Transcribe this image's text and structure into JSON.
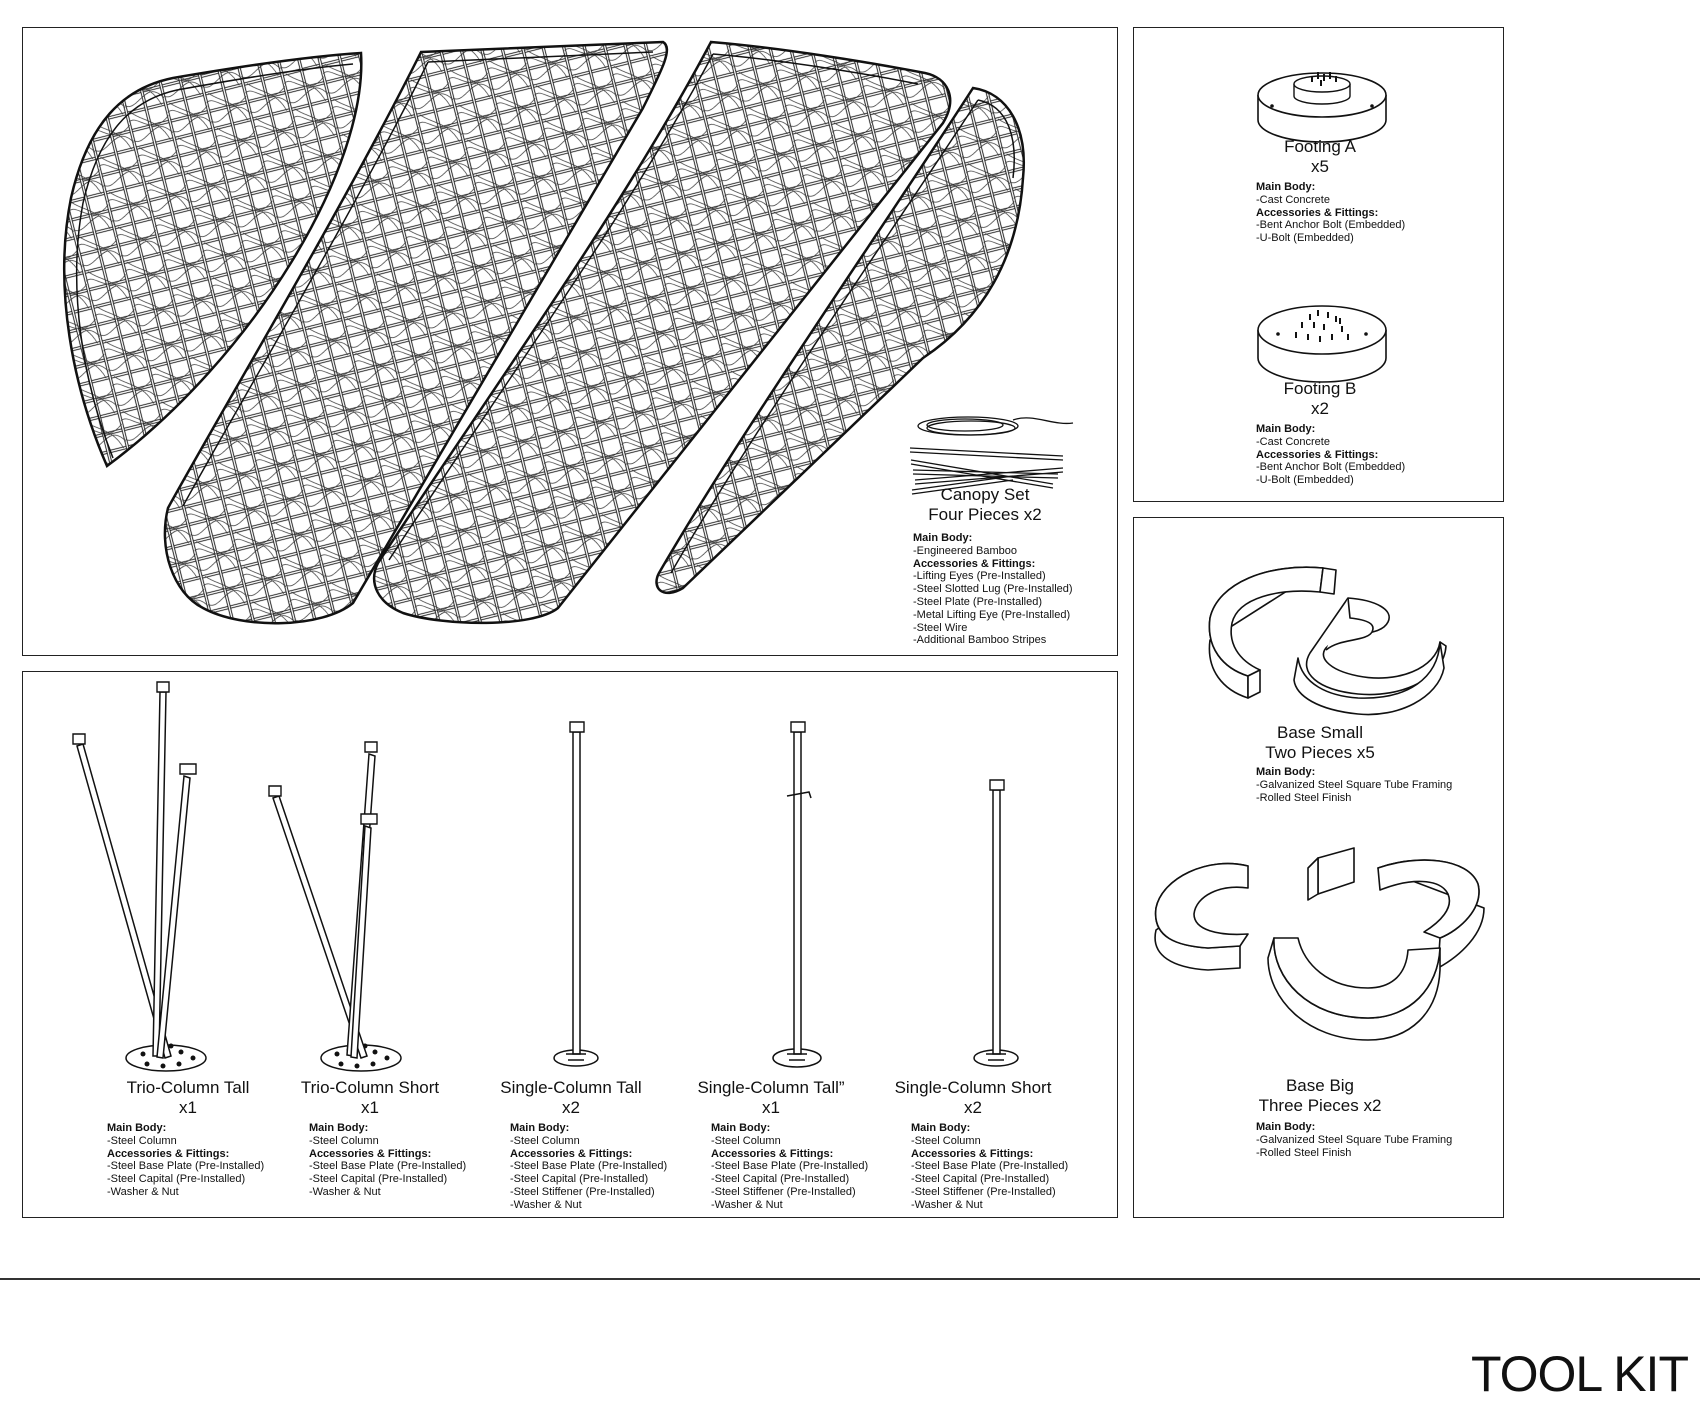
{
  "canopy": {
    "name": "Canopy Set",
    "qty": "Four Pieces x2",
    "main_heading": "Main Body:",
    "main_items": [
      "-Engineered Bamboo"
    ],
    "acc_heading": "Accessories & Fittings:",
    "acc_items": [
      "-Lifting Eyes (Pre-Installed)",
      "-Steel Slotted Lug (Pre-Installed)",
      "-Steel Plate (Pre-Installed)",
      "-Metal Lifting Eye (Pre-Installed)",
      "-Steel Wire",
      "-Additional Bamboo Stripes"
    ]
  },
  "footings": [
    {
      "name": "Footing A",
      "qty": "x5",
      "main_heading": "Main Body:",
      "main_items": [
        "-Cast Concrete"
      ],
      "acc_heading": "Accessories & Fittings:",
      "acc_items": [
        "-Bent Anchor Bolt (Embedded)",
        "-U-Bolt (Embedded)"
      ]
    },
    {
      "name": "Footing B",
      "qty": "x2",
      "main_heading": "Main Body:",
      "main_items": [
        "-Cast Concrete"
      ],
      "acc_heading": "Accessories & Fittings:",
      "acc_items": [
        "-Bent Anchor Bolt (Embedded)",
        "-U-Bolt (Embedded)"
      ]
    }
  ],
  "bases": [
    {
      "name": "Base Small",
      "qty": "Two Pieces x5",
      "main_heading": "Main Body:",
      "main_items": [
        "-Galvanized Steel Square Tube Framing",
        "-Rolled Steel Finish"
      ]
    },
    {
      "name": "Base Big",
      "qty": "Three Pieces x2",
      "main_heading": "Main Body:",
      "main_items": [
        "-Galvanized Steel Square Tube Framing",
        "-Rolled Steel Finish"
      ]
    }
  ],
  "columns": [
    {
      "name": "Trio-Column Tall",
      "qty": "x1",
      "main_heading": "Main Body:",
      "main_items": [
        "-Steel Column"
      ],
      "acc_heading": "Accessories & Fittings:",
      "acc_items": [
        "-Steel Base Plate (Pre-Installed)",
        "-Steel Capital (Pre-Installed)",
        "-Washer & Nut"
      ]
    },
    {
      "name": "Trio-Column Short",
      "qty": "x1",
      "main_heading": "Main Body:",
      "main_items": [
        "-Steel Column"
      ],
      "acc_heading": "Accessories & Fittings:",
      "acc_items": [
        "-Steel Base Plate (Pre-Installed)",
        "-Steel Capital (Pre-Installed)",
        "-Washer & Nut"
      ]
    },
    {
      "name": "Single-Column Tall",
      "qty": "x2",
      "main_heading": "Main Body:",
      "main_items": [
        "-Steel Column"
      ],
      "acc_heading": "Accessories & Fittings:",
      "acc_items": [
        "-Steel Base Plate (Pre-Installed)",
        "-Steel Capital (Pre-Installed)",
        "-Steel Stiffener (Pre-Installed)",
        "-Washer & Nut"
      ]
    },
    {
      "name": "Single-Column Tall”",
      "qty": "x1",
      "main_heading": "Main Body:",
      "main_items": [
        "-Steel Column"
      ],
      "acc_heading": "Accessories & Fittings:",
      "acc_items": [
        "-Steel Base Plate (Pre-Installed)",
        "-Steel Capital (Pre-Installed)",
        "-Steel Stiffener (Pre-Installed)",
        "-Washer & Nut"
      ]
    },
    {
      "name": "Single-Column Short",
      "qty": "x2",
      "main_heading": "Main Body:",
      "main_items": [
        "-Steel Column"
      ],
      "acc_heading": "Accessories & Fittings:",
      "acc_items": [
        "-Steel Base Plate (Pre-Installed)",
        "-Steel Capital (Pre-Installed)",
        "-Steel Stiffener (Pre-Installed)",
        "-Washer & Nut"
      ]
    }
  ],
  "page_title": "TOOL KIT"
}
